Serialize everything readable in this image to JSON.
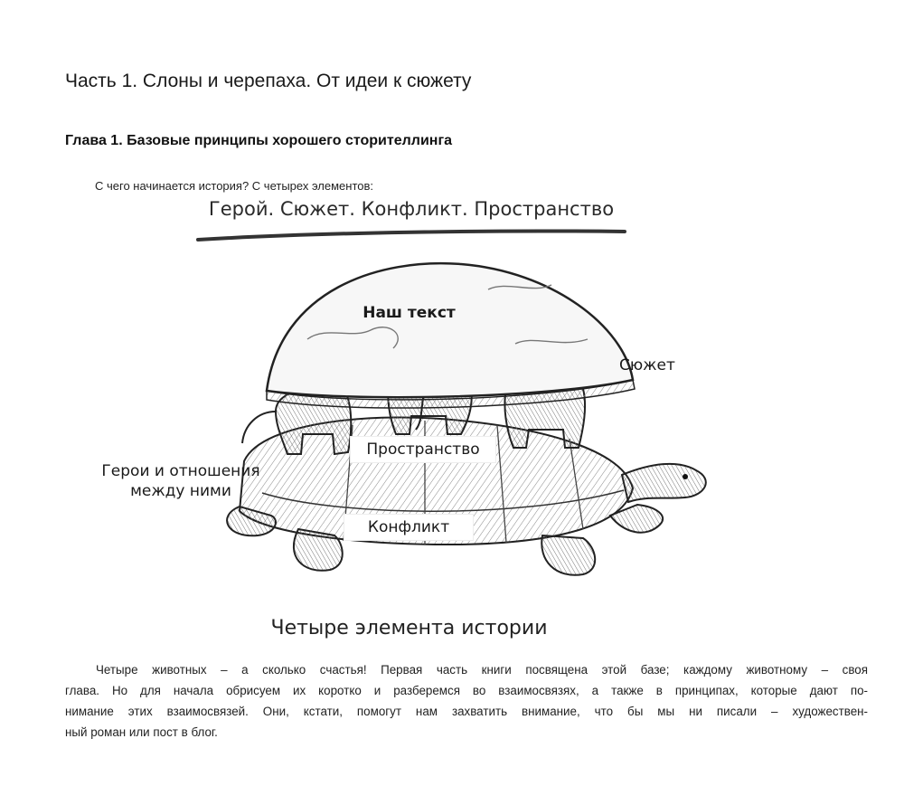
{
  "part_title": "Часть 1. Слоны и черепаха. От идеи к сюжету",
  "chapter_title": "Глава 1. Базовые принципы хорошего сторителлинга",
  "intro": "С чего начинается история? С четырех элементов:",
  "figure": {
    "title": "Герой. Сюжет. Конфликт. Пространство",
    "labels": {
      "text": "Наш текст",
      "plot": "Сюжет",
      "heroes_line1": "Герои и отношения",
      "heroes_line2": "между ними",
      "space": "Пространство",
      "conflict": "Конфликт"
    },
    "caption": "Четыре элемента истории"
  },
  "body": {
    "lines": [
      "Четыре животных – а сколько счастья! Первая часть книги посвящена этой базе; каждому животному – своя",
      "глава. Но для начала обрисуем их коротко и разберемся во взаимосвязях, а также в принципах, которые дают по-",
      "нимание этих взаимосвязей. Они, кстати, помогут нам захватить внимание, что бы мы ни писали – художествен-",
      "ный роман или пост в блог."
    ]
  }
}
